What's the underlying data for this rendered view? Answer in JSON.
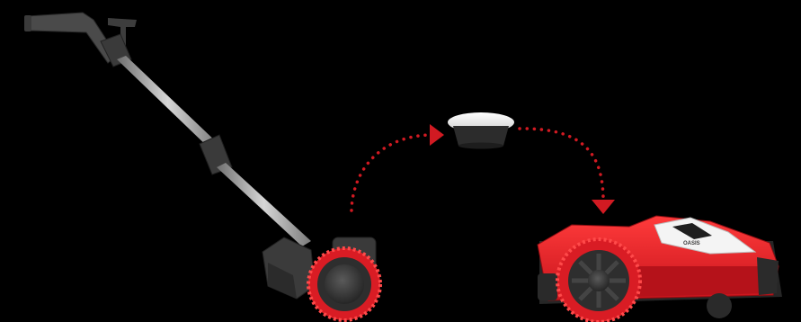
{
  "scene": {
    "background": "#000000",
    "accent_red": "#e4202a",
    "arrow_red": "#d11a22"
  },
  "robot_mower": {
    "brand_label": "OASIS"
  },
  "elements": {
    "walk_behind_tool": "handheld-mapping-unit",
    "antenna": "rtk-antenna",
    "mower": "robotic-lawn-mower",
    "arrows": [
      "dotted-arrow-to-antenna",
      "dotted-arrow-to-mower"
    ]
  }
}
